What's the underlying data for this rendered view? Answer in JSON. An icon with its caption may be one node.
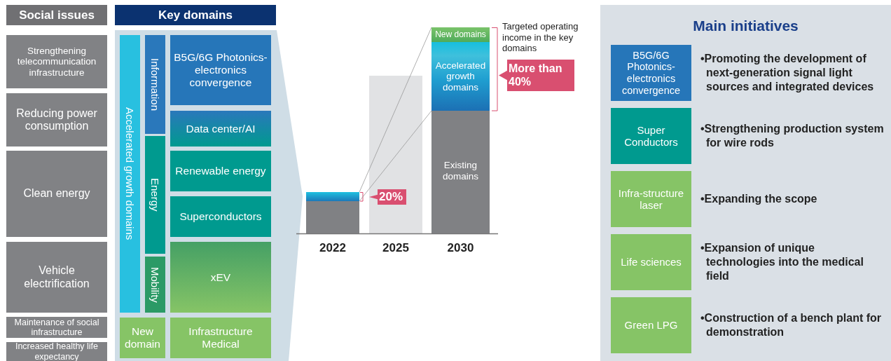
{
  "diagram": {
    "nodes": [
      {
        "text": [
          "Social issues"
        ]
      },
      {
        "text": [
          "Strengthening telecommunication infrastructure"
        ]
      },
      {
        "text": [
          "Reducing power consumption"
        ]
      },
      {
        "text": [
          "Clean energy"
        ]
      },
      {
        "text": [
          "Vehicle electrification"
        ]
      },
      {
        "text": [
          "Maintenance of social infrastructure"
        ]
      },
      {
        "text": [
          "Increased healthy life expectancy"
        ]
      },
      {
        "text": [
          "Key domains"
        ]
      },
      {
        "text": [],
        "shape": "chevron"
      },
      {
        "text": [
          "Accelerated growth domains"
        ],
        "in": 8
      },
      {
        "text": [
          "Information"
        ],
        "in": 8
      },
      {
        "text": [
          "Energy"
        ],
        "in": 8
      },
      {
        "text": [
          "Mobility"
        ],
        "in": 8
      },
      {
        "text": [
          "B5G/6G Photonics-electronics convergence"
        ],
        "in": 8
      },
      {
        "text": [
          "Data center/AI"
        ],
        "in": 8
      },
      {
        "text": [
          "Renewable energy"
        ],
        "in": 8
      },
      {
        "text": [
          "Superconductors"
        ],
        "in": 8
      },
      {
        "text": [
          "xEV"
        ],
        "in": 8
      },
      {
        "text": [
          "New domain"
        ],
        "in": 8
      },
      {
        "text": [
          "Infrastructure Medical"
        ],
        "in": 8
      },
      {
        "text": [],
        "shape": "bar"
      },
      {
        "text": [],
        "shape": "bar"
      },
      {
        "text": [
          "New domains"
        ]
      },
      {
        "text": [
          "Accelerated growth domains"
        ]
      },
      {
        "text": [
          "Existing domains"
        ]
      },
      {
        "text": [
          "20%"
        ]
      },
      {
        "text": [
          "More than 40%"
        ]
      },
      {
        "text": [
          "Main initiatives"
        ]
      },
      {
        "text": [
          "B5G/6G Photonics-electronics convergence"
        ],
        "in": 27,
        "beside": [
          "•Promoting the development of next-generation signal light sources and integrated devices"
        ]
      },
      {
        "text": [
          "Super Conductors"
        ],
        "in": 27,
        "beside": [
          "•Strengthening production system for wire rods"
        ]
      },
      {
        "text": [
          "Infra-structure laser"
        ],
        "in": 27,
        "beside": [
          "•Expanding the scope"
        ]
      },
      {
        "text": [
          "Life sciences"
        ],
        "in": 27,
        "beside": [
          "•Expansion of unique technologies into the medical field"
        ]
      },
      {
        "text": [
          "Green LPG"
        ],
        "in": 27,
        "beside": [
          "•Construction of a bench plant for demonstration"
        ]
      }
    ],
    "edges": [
      {
        "from": 20,
        "to": 22,
        "arrow": "none"
      },
      {
        "from": 20,
        "to": 23,
        "arrow": "none"
      }
    ],
    "labels": [
      "Targeted operating income in the key domains",
      "2022",
      "2025",
      "2030"
    ]
  }
}
